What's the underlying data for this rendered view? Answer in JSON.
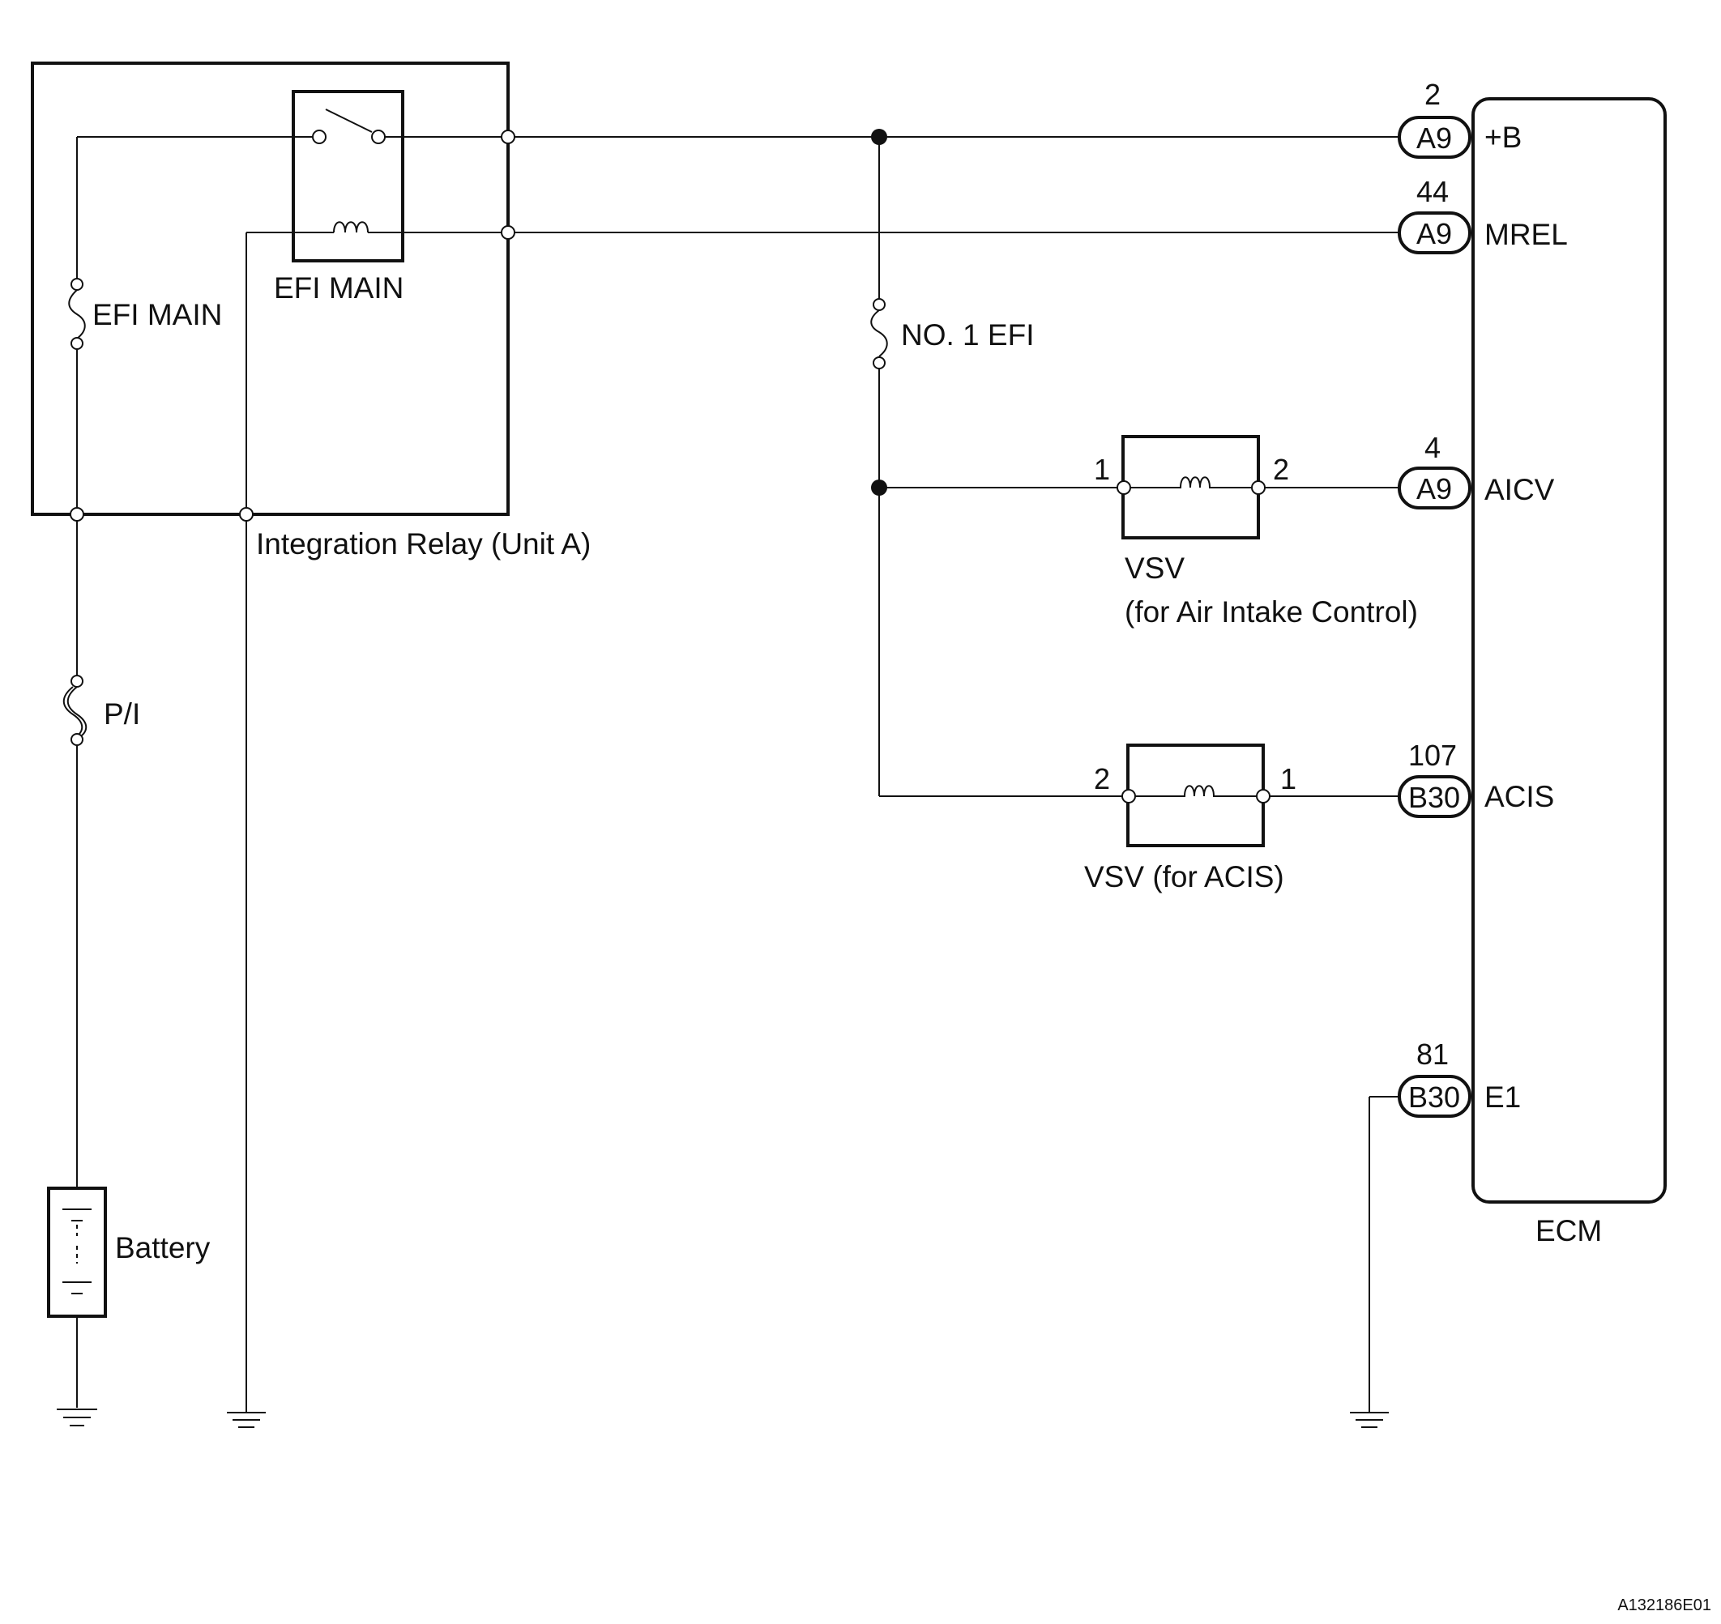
{
  "relay_box": {
    "label": "Integration Relay (Unit A)",
    "relay_label": "EFI MAIN",
    "fuse_label": "EFI MAIN"
  },
  "fuses": {
    "no1_efi": "NO. 1 EFI",
    "pi": "P/I"
  },
  "battery": {
    "label": "Battery"
  },
  "vsv_air": {
    "label_line1": "VSV",
    "label_line2": "(for Air Intake Control)",
    "pin_left": "1",
    "pin_right": "2"
  },
  "vsv_acis": {
    "label": "VSV (for ACIS)",
    "pin_left": "2",
    "pin_right": "1"
  },
  "ecm": {
    "label": "ECM",
    "terminals": [
      {
        "pin": "2",
        "connector": "A9",
        "name": "+B"
      },
      {
        "pin": "44",
        "connector": "A9",
        "name": "MREL"
      },
      {
        "pin": "4",
        "connector": "A9",
        "name": "AICV"
      },
      {
        "pin": "107",
        "connector": "B30",
        "name": "ACIS"
      },
      {
        "pin": "81",
        "connector": "B30",
        "name": "E1"
      }
    ]
  },
  "figure_id": "A132186E01"
}
